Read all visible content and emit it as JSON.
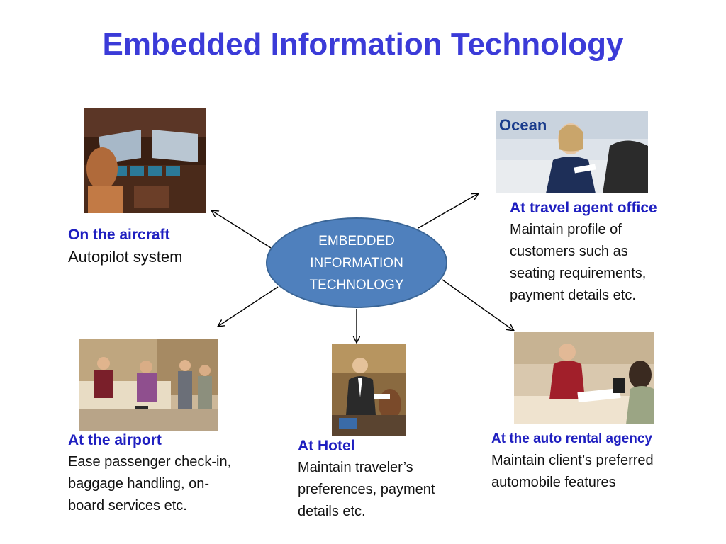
{
  "title": "Embedded Information Technology",
  "center": {
    "text": "EMBEDDED\nINFORMATION\nTECHNOLOGY"
  },
  "colors": {
    "title": "#3b3bd8",
    "heading": "#1f1fc0",
    "hub_fill": "#4f80bd",
    "hub_border": "#3a6596"
  },
  "nodes": [
    {
      "heading": "On the aircraft",
      "lines": [
        "Autopilot system"
      ],
      "photo": "cockpit-photo"
    },
    {
      "heading": "At travel agent office",
      "lines": [
        "Maintain profile of",
        "customers such as",
        "seating requirements,",
        "payment details etc."
      ],
      "photo": "travel-agent-photo"
    },
    {
      "heading": "At the airport",
      "lines": [
        "Ease passenger check-in,",
        "baggage handling, on-",
        "board services etc."
      ],
      "photo": "airport-photo"
    },
    {
      "heading": "At Hotel",
      "lines": [
        "Maintain traveler’s",
        "preferences, payment",
        "details etc."
      ],
      "photo": "hotel-photo"
    },
    {
      "heading": "At the auto rental agency",
      "lines": [
        "Maintain client’s preferred",
        "automobile features"
      ],
      "photo": "auto-rental-photo"
    }
  ]
}
